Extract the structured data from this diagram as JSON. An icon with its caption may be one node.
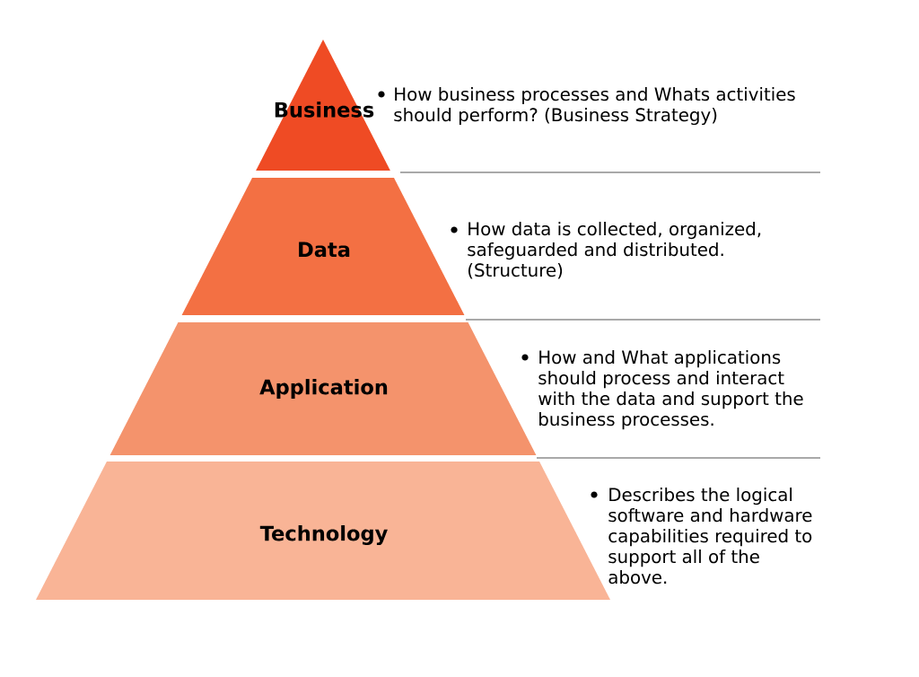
{
  "diagram": {
    "nodes": [
      {
        "text": [
          "Business"
        ],
        "beside": [
          "How business processes and Whats activities should perform? (Business Strategy)"
        ]
      },
      {
        "text": [
          "Data"
        ],
        "beside": [
          "How data is collected, organized, safeguarded and distributed. (Structure)"
        ]
      },
      {
        "text": [
          "Application"
        ],
        "beside": [
          "How and What applications should process and interact with the data and support the business processes."
        ]
      },
      {
        "text": [
          "Technology"
        ],
        "beside": [
          "Describes the logical software and hardware capabilities required to support all of the above."
        ]
      }
    ]
  }
}
